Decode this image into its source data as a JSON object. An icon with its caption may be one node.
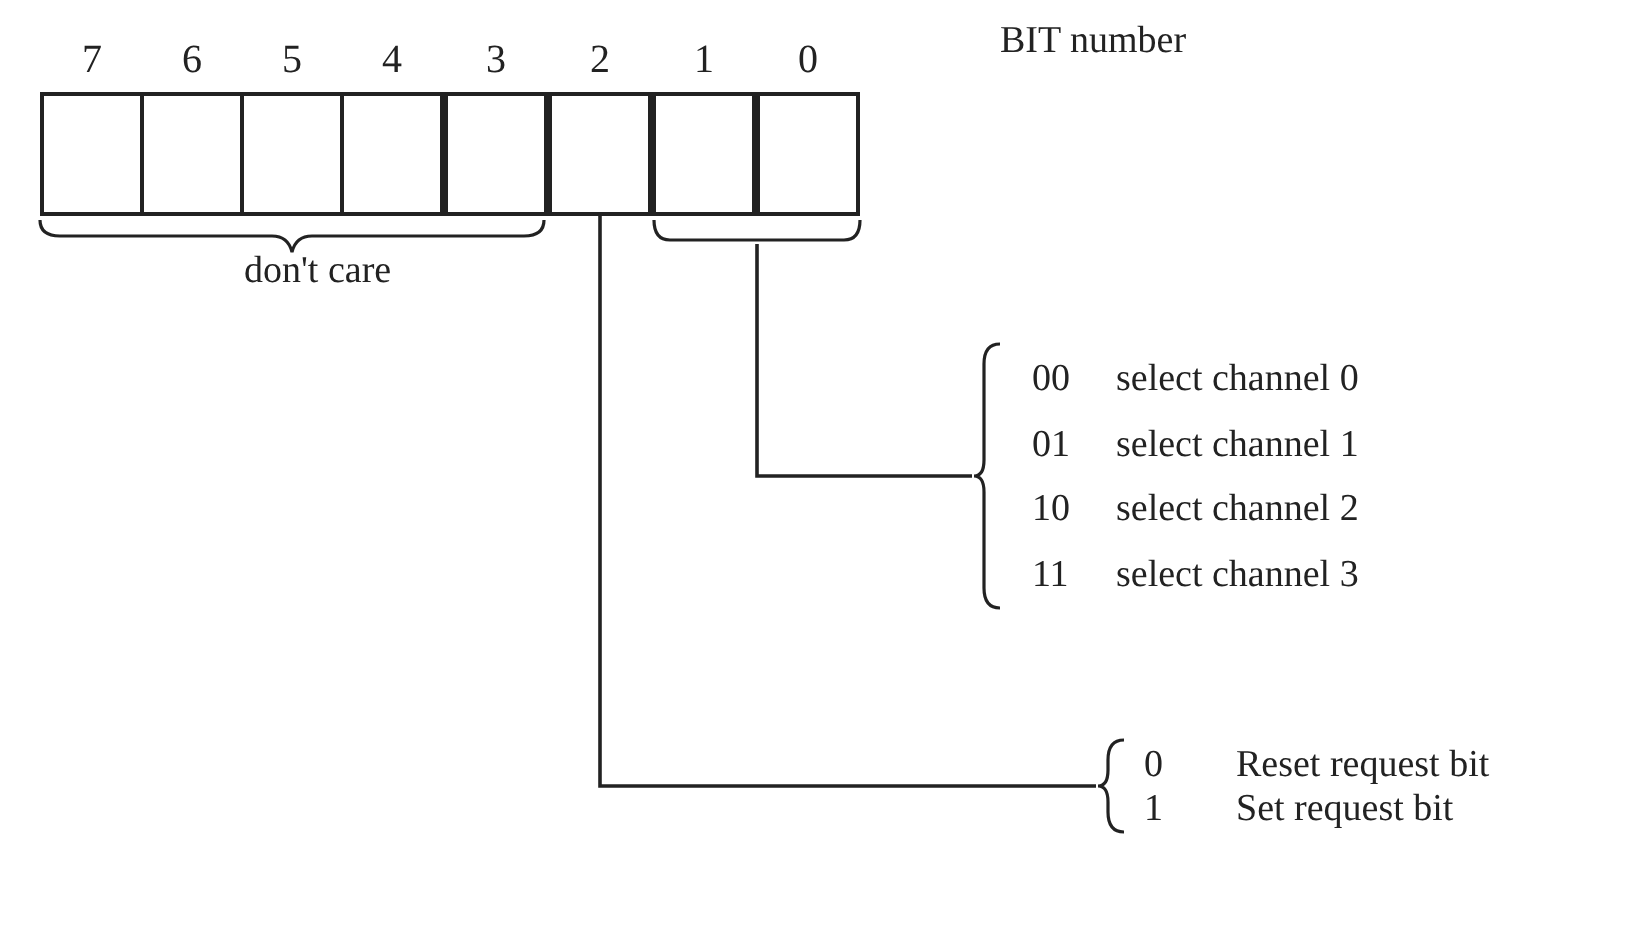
{
  "diagram": {
    "nodes": [
      {
        "text": [
          "7"
        ]
      },
      {
        "text": [
          "6"
        ]
      },
      {
        "text": [
          "5"
        ]
      },
      {
        "text": [
          "4"
        ]
      },
      {
        "text": [
          "3"
        ]
      },
      {
        "text": [
          "2"
        ]
      },
      {
        "text": [
          "1"
        ]
      },
      {
        "text": [
          "0"
        ]
      },
      {
        "text": [
          "don't care"
        ]
      },
      {
        "text": [],
        "shape": "bracket"
      },
      {
        "text": [
          "00",
          "select channel 0",
          "01",
          "select channel 1",
          "10",
          "select channel 2",
          "11",
          "select channel 3"
        ]
      },
      {
        "text": [
          "0",
          "Reset request bit",
          "1",
          "Set request bit"
        ]
      }
    ],
    "edges": [
      {
        "from": 10,
        "to": 9,
        "arrow": "none"
      },
      {
        "from": 11,
        "to": 5,
        "arrow": "none"
      }
    ],
    "labels": [
      "BIT number"
    ]
  }
}
